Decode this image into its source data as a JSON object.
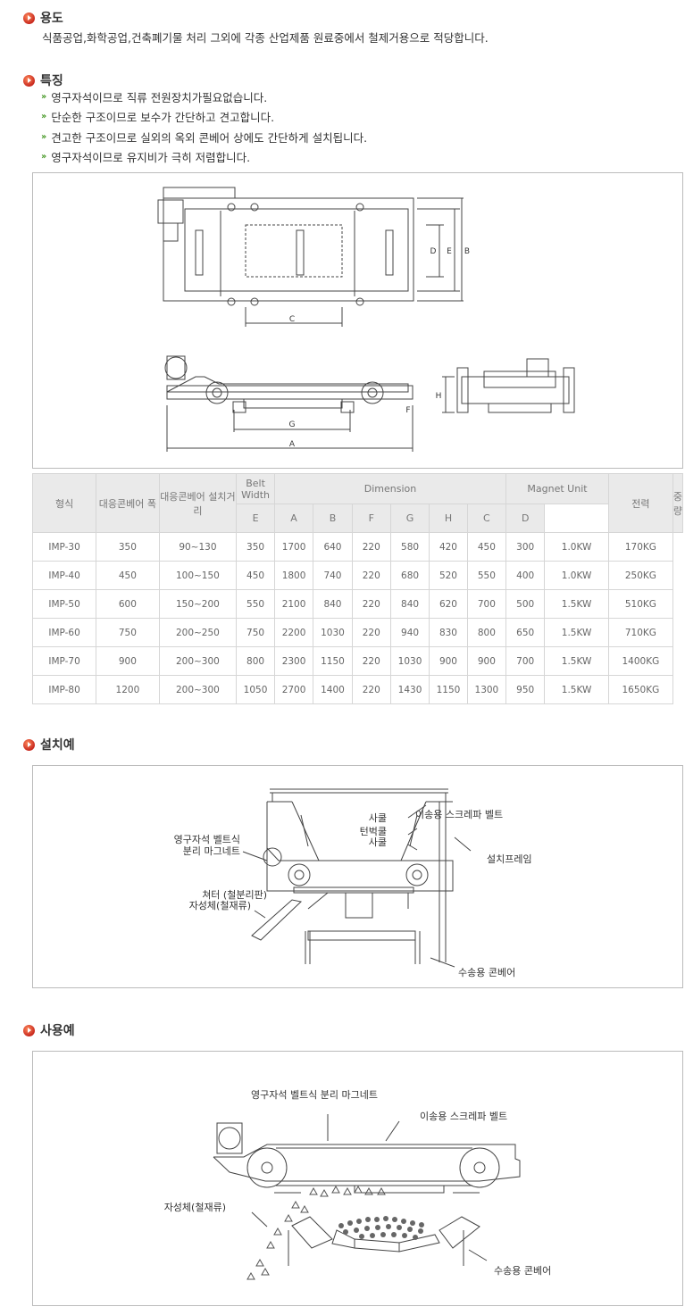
{
  "usage": {
    "title": "용도",
    "text": "식품공업,화학공업,건축폐기물 처리 그외에 각종 산업제품 원료중에서 철제거용으로 적당합니다."
  },
  "features": {
    "title": "특징",
    "items": [
      "영구자석이므로 직류 전원장치가필요없습니다.",
      "단순한 구조이므로 보수가 간단하고 견고합니다.",
      "견고한 구조이므로 실외의 옥외 콘베어 상에도 간단하게 설치됩니다.",
      "영구자석이므로 유지비가 극히 저렴합니다."
    ]
  },
  "drawing": {
    "dims": {
      "C": "C",
      "D": "D",
      "E": "E",
      "B": "B",
      "G": "G",
      "A": "A",
      "H": "H",
      "F": "F"
    }
  },
  "table": {
    "h_model": "형식",
    "h_width": "대응콘베어 폭",
    "h_dist": "대응콘베어 설치거리",
    "h_belt": "Belt Width",
    "h_dimension": "Dimension",
    "h_magnet": "Magnet Unit",
    "h_power": "전력",
    "h_weight": "중량",
    "sub": [
      "E",
      "A",
      "B",
      "F",
      "G",
      "H",
      "C",
      "D"
    ],
    "rows": [
      [
        "IMP-30",
        "350",
        "90~130",
        "350",
        "1700",
        "640",
        "220",
        "580",
        "420",
        "450",
        "300",
        "1.0KW",
        "170KG"
      ],
      [
        "IMP-40",
        "450",
        "100~150",
        "450",
        "1800",
        "740",
        "220",
        "680",
        "520",
        "550",
        "400",
        "1.0KW",
        "250KG"
      ],
      [
        "IMP-50",
        "600",
        "150~200",
        "550",
        "2100",
        "840",
        "220",
        "840",
        "620",
        "700",
        "500",
        "1.5KW",
        "510KG"
      ],
      [
        "IMP-60",
        "750",
        "200~250",
        "750",
        "2200",
        "1030",
        "220",
        "940",
        "830",
        "800",
        "650",
        "1.5KW",
        "710KG"
      ],
      [
        "IMP-70",
        "900",
        "200~300",
        "800",
        "2300",
        "1150",
        "220",
        "1030",
        "900",
        "900",
        "700",
        "1.5KW",
        "1400KG"
      ],
      [
        "IMP-80",
        "1200",
        "200~300",
        "1050",
        "2700",
        "1400",
        "220",
        "1430",
        "1150",
        "1300",
        "950",
        "1.5KW",
        "1650KG"
      ]
    ]
  },
  "install": {
    "title": "설치예",
    "labels": {
      "pulley1": "사쿨",
      "scraper": "이송용 스크레파 벨트",
      "pulley2": "턴벅쿨",
      "pulley3": "사쿨",
      "magnet1": "영구자석 벨트식",
      "magnet2": "분리 마그네트",
      "frame": "설치프레임",
      "chute": "쳐터 (철분리판)",
      "metal": "자성체(철재류)",
      "conveyor": "수송용 콘베어"
    }
  },
  "use": {
    "title": "사용예",
    "labels": {
      "magnet": "영구자석 벨트식 분리 마그네트",
      "scraper": "이송용 스크레파 벨트",
      "metal": "자성체(철재류)",
      "conveyor": "수송용 콘베어"
    }
  }
}
